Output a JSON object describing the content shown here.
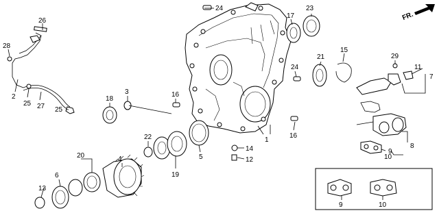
{
  "orientation": {
    "label": "FR."
  },
  "callouts": {
    "c26": "26",
    "c28": "28",
    "c2": "2",
    "c25a": "25",
    "c27": "27",
    "c25b": "25",
    "c24a": "24",
    "c17": "17",
    "c23": "23",
    "c15": "15",
    "c21": "21",
    "c24b": "24",
    "c29": "29",
    "c11": "11",
    "c7": "7",
    "c18": "18",
    "c3": "3",
    "c16a": "16",
    "c1": "1",
    "c16b": "16",
    "c22": "22",
    "c4": "4",
    "c20": "20",
    "c6": "6",
    "c13": "13",
    "c19": "19",
    "c5": "5",
    "c14": "14",
    "c12": "12",
    "c9a": "9",
    "c8": "8",
    "c10a": "10",
    "c9b": "9",
    "c10b": "10"
  }
}
